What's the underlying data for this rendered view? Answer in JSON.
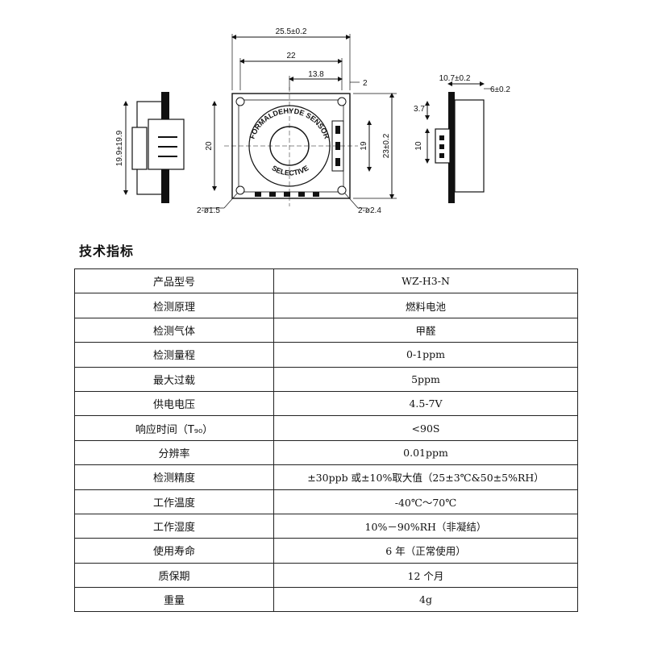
{
  "drawing": {
    "dims": {
      "overall_width": "25.5±0.2",
      "hole_spacing_h": "22",
      "sensor_offset": "13.8",
      "corner_offset": "2",
      "hole_spacing_v": "20",
      "connector_height": "19",
      "overall_height": "23±0.2",
      "hole_small": "2-ø1.5",
      "hole_large": "2-ø2.4",
      "left_view_size": "19.9±19.9",
      "side_width": "10.7±0.2",
      "side_thickness": "6±0.2",
      "side_offset": "3.7",
      "side_connector": "10"
    },
    "sensor_text": "FORMALDEHYDE SENSOR SELECTIVE"
  },
  "section_title": "技术指标",
  "specs": [
    {
      "label": "产品型号",
      "value": "WZ-H3-N"
    },
    {
      "label": "检测原理",
      "value": "燃料电池"
    },
    {
      "label": "检测气体",
      "value": "甲醛"
    },
    {
      "label": "检测量程",
      "value": "0-1ppm"
    },
    {
      "label": "最大过载",
      "value": "5ppm"
    },
    {
      "label": "供电电压",
      "value": "4.5-7V"
    },
    {
      "label": "响应时间（T₉₀）",
      "value": "<90S"
    },
    {
      "label": "分辨率",
      "value": "0.01ppm"
    },
    {
      "label": "检测精度",
      "value": "±30ppb 或±10%取大值（25±3℃&50±5%RH）"
    },
    {
      "label": "工作温度",
      "value": "-40℃～70℃"
    },
    {
      "label": "工作湿度",
      "value": "10%－90%RH（非凝结）"
    },
    {
      "label": "使用寿命",
      "value": "6 年（正常使用）"
    },
    {
      "label": "质保期",
      "value": "12 个月"
    },
    {
      "label": "重量",
      "value": "4g"
    }
  ]
}
